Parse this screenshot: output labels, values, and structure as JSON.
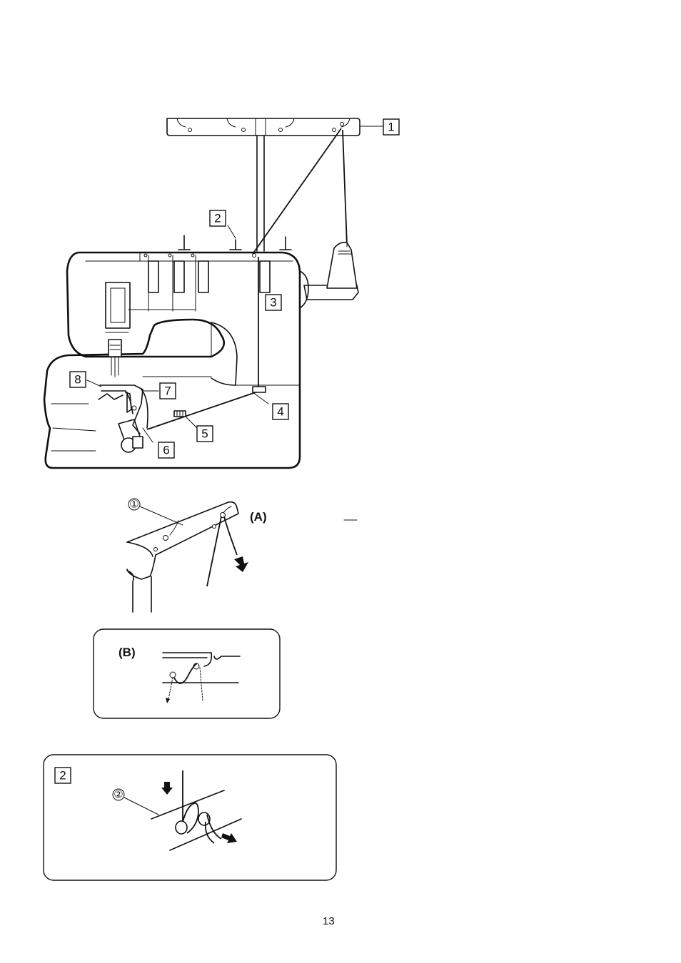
{
  "figure_main": {
    "callouts": [
      "1",
      "2",
      "3",
      "4",
      "5",
      "6",
      "7",
      "8"
    ]
  },
  "detail_a": {
    "label": "(A)",
    "part_marker": "①"
  },
  "detail_b": {
    "label": "(B)"
  },
  "detail_2": {
    "box_label": "2",
    "part_marker": "②"
  },
  "footer": {
    "page_number": "13"
  }
}
